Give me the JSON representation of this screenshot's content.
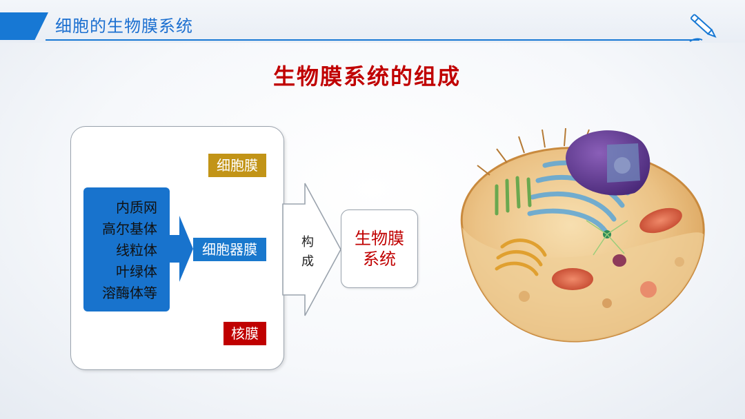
{
  "header": {
    "title": "细胞的生物膜系统"
  },
  "main_title": "生物膜系统的组成",
  "diagram": {
    "cell_membrane_label": "细胞膜",
    "organelle_membrane_label": "细胞器膜",
    "nuclear_membrane_label": "核膜",
    "organelles": [
      "内质网",
      "高尔基体",
      "线粒体",
      "叶绿体",
      "溶酶体等"
    ],
    "arrow_text": [
      "构",
      "成"
    ],
    "result": [
      "生物膜",
      "系统"
    ]
  },
  "colors": {
    "header_blue": "#1778d4",
    "title_red": "#c00000",
    "cell_membrane_gold": "#c29417",
    "organelle_blue": "#1978cd",
    "nuclear_red": "#c00000"
  },
  "icons": [
    "pen-icon",
    "cell-illustration"
  ]
}
